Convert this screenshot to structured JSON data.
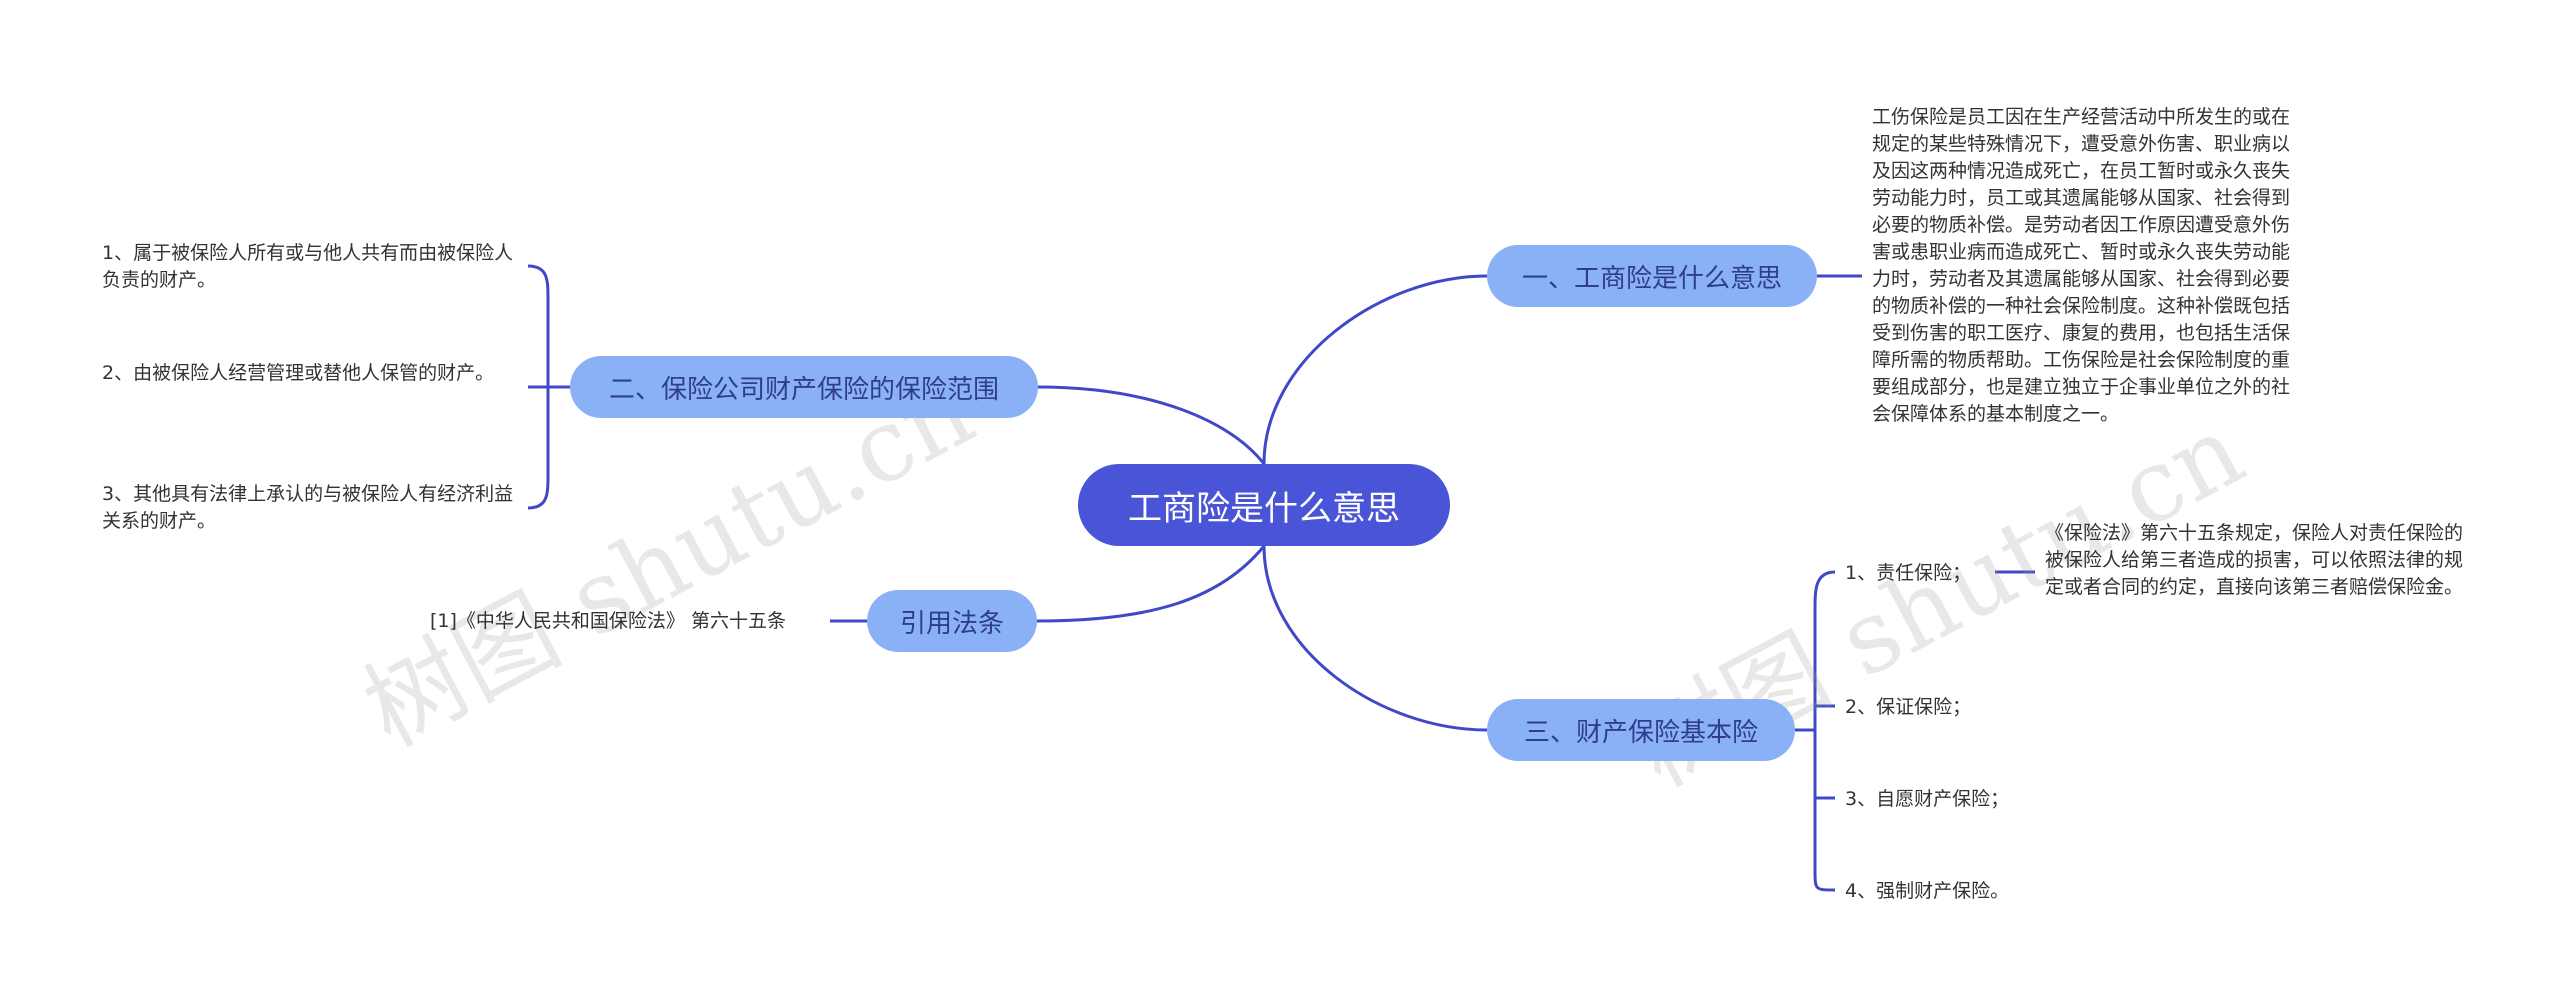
{
  "root": {
    "label": "工商险是什么意思"
  },
  "branches": {
    "b1": "一、工商险是什么意思",
    "b2": "二、保险公司财产保险的保险范围",
    "b3": "引用法条",
    "b4": "三、财产保险基本险"
  },
  "texts": {
    "desc": "工伤保险是员工因在生产经营活动中所发生的或在规定的某些特殊情况下，遭受意外伤害、职业病以及因这两种情况造成死亡，在员工暂时或永久丧失劳动能力时，员工或其遗属能够从国家、社会得到必要的物质补偿。是劳动者因工作原因遭受意外伤害或患职业病而造成死亡、暂时或永久丧失劳动能力时，劳动者及其遗属能够从国家、社会得到必要的物质补偿的一种社会保险制度。这种补偿既包括受到伤害的职工医疗、康复的费用，也包括生活保障所需的物质帮助。工伤保险是社会保险制度的重要组成部分，也是建立独立于企事业单位之外的社会保障体系的基本制度之一。",
    "scope1": "1、属于被保险人所有或与他人共有而由被保险人负责的财产。",
    "scope2": "2、由被保险人经营管理或替他人保管的财产。",
    "scope3": "3、其他具有法律上承认的与被保险人有经济利益关系的财产。",
    "law": "[1]《中华人民共和国保险法》 第六十五条",
    "item1": "1、责任保险；",
    "item2": "2、保证保险；",
    "item3": "3、自愿财产保险；",
    "item4": "4、强制财产保险。",
    "clause": "《保险法》第六十五条规定，保险人对责任保险的被保险人给第三者造成的损害，可以依照法律的规定或者合同的约定，直接向该第三者赔偿保险金。"
  },
  "watermark": "树图 shutu.cn",
  "colors": {
    "root": "#4a54d6",
    "branch": "#8ab1f6",
    "line": "#3f49c8"
  }
}
